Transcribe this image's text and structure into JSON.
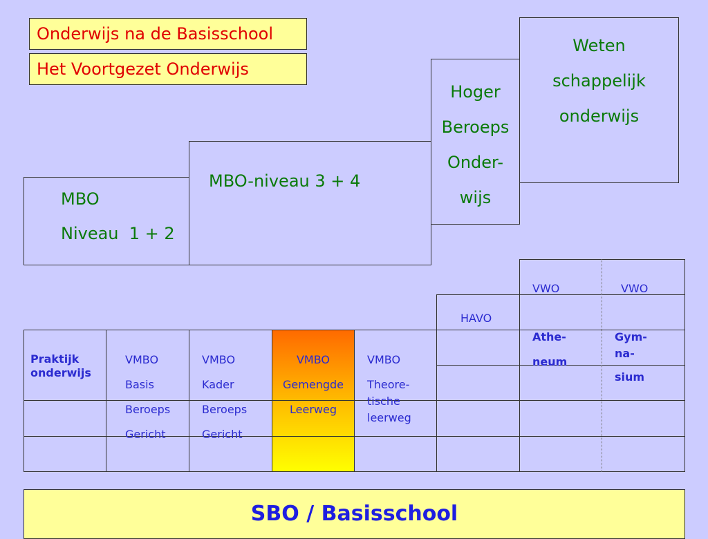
{
  "titles": {
    "main": "Onderwijs na de Basisschool",
    "sub": "Het Voortgezet Onderwijs"
  },
  "upper": {
    "wo": [
      "Weten",
      "schappelijk",
      "onderwijs"
    ],
    "hbo": [
      "Hoger",
      "Beroeps",
      "Onder-",
      "wijs"
    ],
    "mbo34": "MBO-niveau 3 + 4",
    "mbo12": [
      "MBO",
      "Niveau  1 + 2"
    ]
  },
  "lower": {
    "praktijk": [
      "Praktijk",
      "onderwijs"
    ],
    "vmbo_basis": [
      "VMBO",
      "Basis",
      "Beroeps",
      "Gericht"
    ],
    "vmbo_kader": [
      "VMBO",
      "Kader",
      "Beroeps",
      "Gericht"
    ],
    "vmbo_gemengd": [
      "VMBO",
      "Gemengde",
      "Leerweg"
    ],
    "vmbo_theoretisch": [
      "VMBO",
      "Theore-",
      "tische",
      "leerweg"
    ],
    "havo": "HAVO",
    "vwo_atheneum": [
      "VWO",
      "Athe-",
      "neum"
    ],
    "vwo_gymnasium": [
      "VWO",
      "Gym-",
      "na-",
      "sium"
    ]
  },
  "base": "SBO / Basisschool",
  "colors": {
    "background": "#ccccff",
    "title_fill": "#ffff99",
    "title_text": "#e00000",
    "green_text": "#0a7a0a",
    "blue_text": "#2b2bd0",
    "gradient_top": "#ff6a00",
    "gradient_bottom": "#ffff00"
  }
}
